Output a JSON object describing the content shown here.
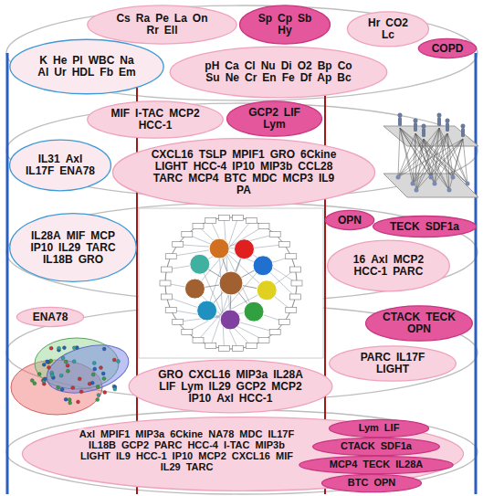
{
  "diagram": {
    "nodes": [
      {
        "text": [
          "Cs",
          "Ra",
          "Pe",
          "La",
          "On",
          "Rr",
          "Ell"
        ]
      },
      {
        "text": [
          "Sp",
          "Cp",
          "Sb",
          "Hy"
        ]
      },
      {
        "text": [
          "Hr",
          "CO2",
          "Lc"
        ]
      },
      {
        "text": [
          "COPD"
        ]
      },
      {
        "text": [
          "K",
          "He",
          "Pl",
          "WBC",
          "Na",
          "Al",
          "Ur",
          "HDL",
          "Fb",
          "Em"
        ]
      },
      {
        "text": [
          "pH",
          "Ca",
          "Cl",
          "Nu",
          "Di",
          "O2",
          "Bp",
          "Co",
          "Su",
          "Ne",
          "Cr",
          "En",
          "Fe",
          "Df",
          "Ap",
          "Bc"
        ]
      },
      {
        "text": [
          "MIF",
          "I-TAC",
          "MCP2",
          "HCC-1"
        ]
      },
      {
        "text": [
          "GCP2",
          "LIF",
          "Lym"
        ]
      },
      {
        "text": [
          "IL31",
          "Axl",
          "IL17F",
          "ENA78"
        ]
      },
      {
        "text": [
          "CXCL16",
          "TSLP",
          "MPIF1",
          "GRO",
          "6Ckine",
          "LIGHT",
          "HCC-4",
          "IP10",
          "MIP3b",
          "CCL28",
          "TARC",
          "MCP4",
          "BTC",
          "MDC",
          "MCP3",
          "IL9",
          "PA"
        ]
      },
      {
        "text": [
          "IL28A",
          "MIF",
          "MCP",
          "IP10",
          "IL29",
          "TARC",
          "IL18B",
          "GRO"
        ]
      },
      {
        "text": [
          "OPN"
        ]
      },
      {
        "text": [
          "TECK",
          "SDF1a"
        ]
      },
      {
        "text": [
          "16",
          "Axl",
          "MCP2",
          "HCC-1",
          "PARC"
        ]
      },
      {
        "text": [
          "ENA78"
        ]
      },
      {
        "text": [
          "CTACK",
          "TECK",
          "OPN"
        ]
      },
      {
        "text": [
          "PARC",
          "IL17F",
          "LIGHT"
        ]
      },
      {
        "text": [
          "GRO",
          "CXCL16",
          "MIP3a",
          "IL28A",
          "LIF",
          "Lym",
          "IL29",
          "GCP2",
          "MCP2",
          "IP10",
          "Axl",
          "HCC-1"
        ]
      },
      {
        "text": [
          "Axl",
          "MPIF1",
          "MIP3a",
          "6Ckine",
          "NA78",
          "MDC",
          "IL17F",
          "IL18B",
          "GCP2",
          "PARC",
          "HCC-4",
          "I-TAC",
          "MIP3b",
          "LIGHT",
          "IL9",
          "HCC-1",
          "IP10",
          "MCP2",
          "CXCL16",
          "MIF",
          "IL29",
          "TARC"
        ]
      },
      {
        "text": [
          "Lym",
          "LIF"
        ],
        "in": 18
      },
      {
        "text": [
          "CTACK",
          "SDF1a"
        ],
        "in": 18
      },
      {
        "text": [
          "MCP4",
          "TECK",
          "IL28A"
        ],
        "in": 18
      },
      {
        "text": [
          "BTC",
          "OPN"
        ],
        "in": 18
      }
    ]
  }
}
